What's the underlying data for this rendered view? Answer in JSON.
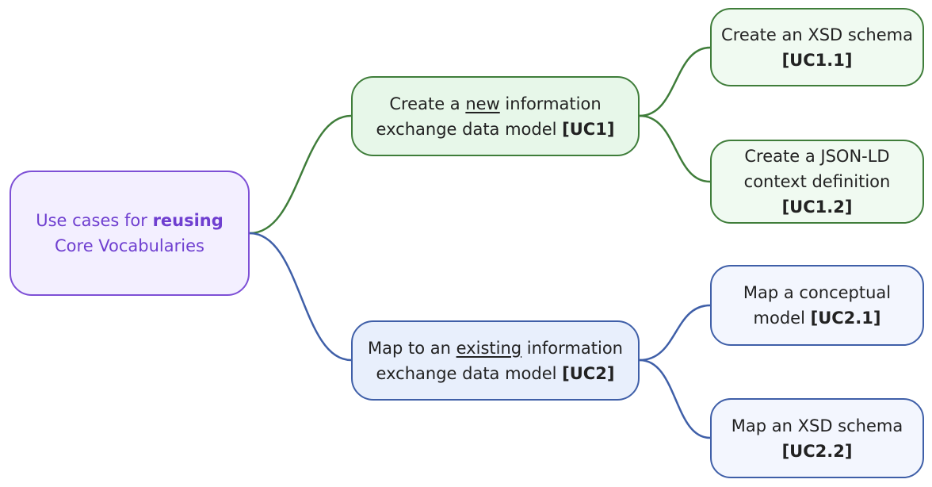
{
  "colors": {
    "root_border": "#7d4fd6",
    "root_fill": "#f3efff",
    "root_text": "#6f3fd0",
    "green_edge": "#3f7d3a",
    "green_fill": "#e7f7e9",
    "blue_edge": "#3f5fa8",
    "blue_fill": "#e8effc"
  },
  "root": {
    "line1_a": "Use cases for ",
    "line1_b": "reusing",
    "line2": "Core Vocabularies"
  },
  "uc1": {
    "line1_a": "Create a ",
    "line1_u": "new",
    "line1_b": " information",
    "line2_a": "exchange data model ",
    "line2_code": "[UC1]"
  },
  "uc2": {
    "line1_a": "Map to an ",
    "line1_u": "existing",
    "line1_b": " information",
    "line2_a": "exchange data model ",
    "line2_code": "[UC2]"
  },
  "uc1_1": {
    "line1": "Create an XSD schema",
    "code": "[UC1.1]"
  },
  "uc1_2": {
    "line1": "Create a JSON-LD",
    "line2": "context definition",
    "code": "[UC1.2]"
  },
  "uc2_1": {
    "line1": "Map a conceptual",
    "line2_a": "model ",
    "code": "[UC2.1]"
  },
  "uc2_2": {
    "line1": "Map an XSD schema",
    "code": "[UC2.2]"
  }
}
